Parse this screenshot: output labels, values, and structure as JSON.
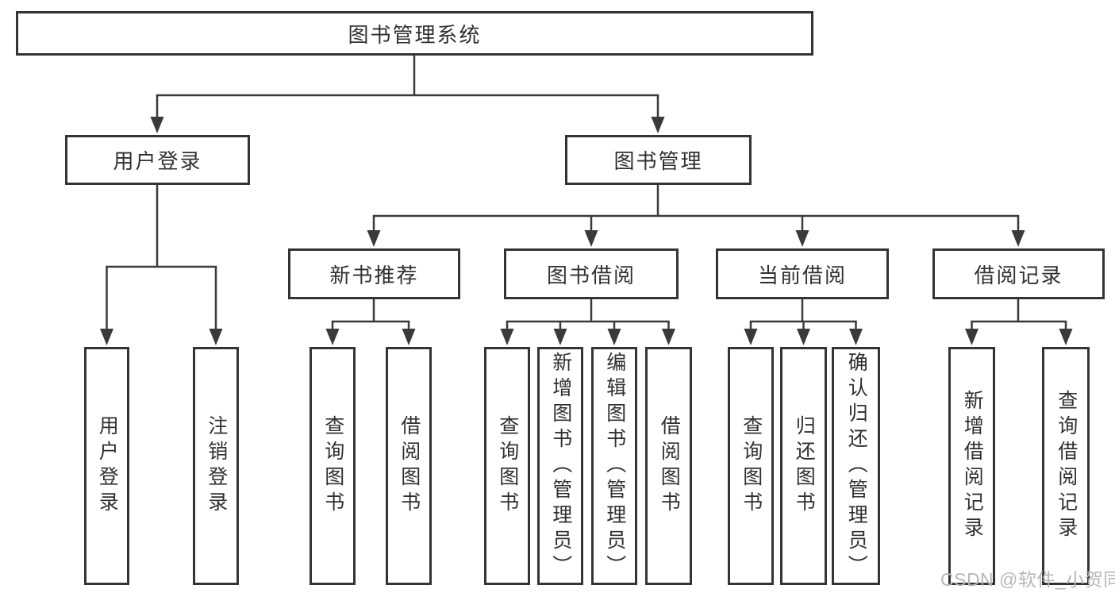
{
  "tree": {
    "root": {
      "label": "图书管理系统",
      "children": [
        {
          "label": "用户登录",
          "children": [
            {
              "label": "用户登录"
            },
            {
              "label": "注销登录"
            }
          ]
        },
        {
          "label": "图书管理",
          "children": [
            {
              "label": "新书推荐",
              "children": [
                {
                  "label": "查询图书"
                },
                {
                  "label": "借阅图书"
                }
              ]
            },
            {
              "label": "图书借阅",
              "children": [
                {
                  "label": "查询图书"
                },
                {
                  "label": "新增图书（管理员）"
                },
                {
                  "label": "编辑图书（管理员）"
                },
                {
                  "label": "借阅图书"
                }
              ]
            },
            {
              "label": "当前借阅",
              "children": [
                {
                  "label": "查询图书"
                },
                {
                  "label": "归还图书"
                },
                {
                  "label": "确认归还（管理员）"
                }
              ]
            },
            {
              "label": "借阅记录",
              "children": [
                {
                  "label": "新增借阅记录"
                },
                {
                  "label": "查询借阅记录"
                }
              ]
            }
          ]
        }
      ]
    }
  },
  "watermark": {
    "text": "CSDN @软件_小贺同学"
  },
  "colors": {
    "background": "#ffffff",
    "box_border": "#343434",
    "connector_line": "#3a3a3a",
    "label_text": "#303030",
    "watermark_text": "#b6b6b6"
  }
}
